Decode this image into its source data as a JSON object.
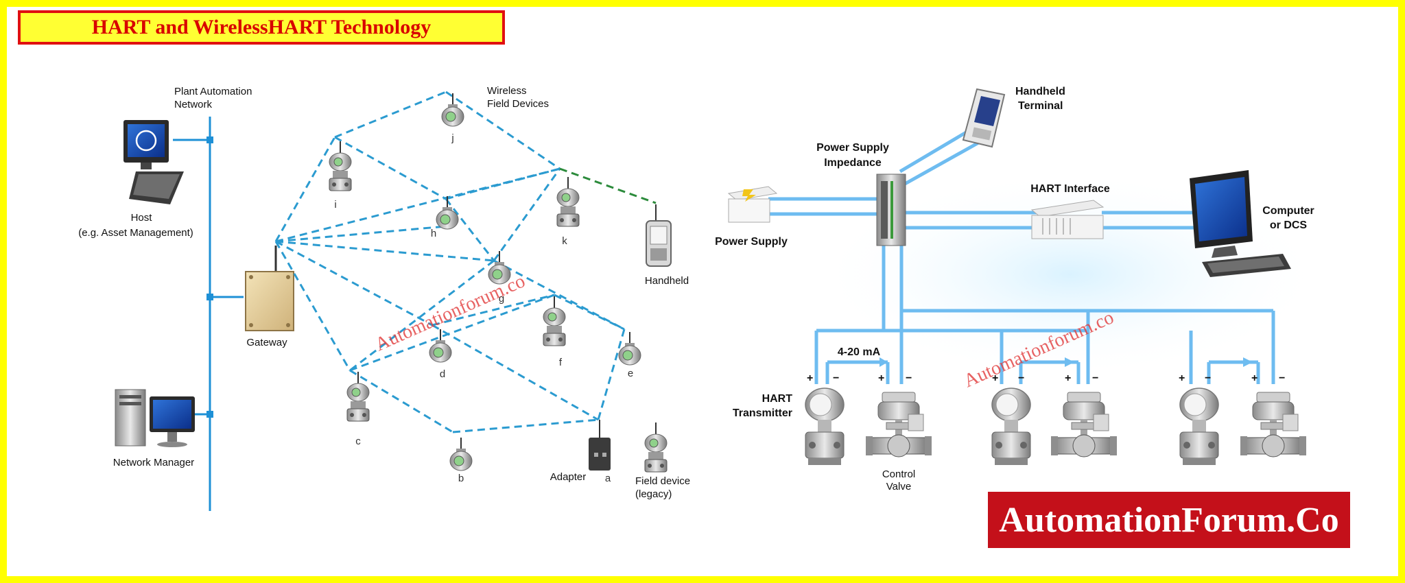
{
  "title": "HART and WirelessHART Technology",
  "brand": "AutomationForum.Co",
  "watermark": "Automationforum.co",
  "colors": {
    "frame": "#ffff00",
    "title_border": "#e01010",
    "title_text": "#d80000",
    "brand_bg": "#c4101a",
    "wireless_link": "#2b9bd0",
    "wired_link": "#6ebcf0"
  },
  "left": {
    "plant_network": [
      "Plant Automation",
      "Network"
    ],
    "host": [
      "Host",
      "(e.g. Asset Management)"
    ],
    "gateway": "Gateway",
    "network_manager": "Network Manager",
    "wireless_devices": [
      "Wireless",
      "Field Devices"
    ],
    "handheld": "Handheld",
    "adapter": "Adapter",
    "field_device": [
      "Field device",
      "(legacy)"
    ],
    "nodes": {
      "a": "a",
      "b": "b",
      "c": "c",
      "d": "d",
      "e": "e",
      "f": "f",
      "g": "g",
      "h": "h",
      "i": "i",
      "j": "j",
      "k": "k"
    }
  },
  "right": {
    "handheld_terminal": [
      "Handheld",
      "Terminal"
    ],
    "psu_impedance": [
      "Power Supply",
      "Impedance"
    ],
    "power_supply": "Power Supply",
    "hart_interface": "HART Interface",
    "computer": [
      "Computer",
      "or DCS"
    ],
    "current_loop": "4-20 mA",
    "transmitter": [
      "HART",
      "Transmitter"
    ],
    "control_valve": [
      "Control",
      "Valve"
    ],
    "plus": "+",
    "minus": "−"
  }
}
